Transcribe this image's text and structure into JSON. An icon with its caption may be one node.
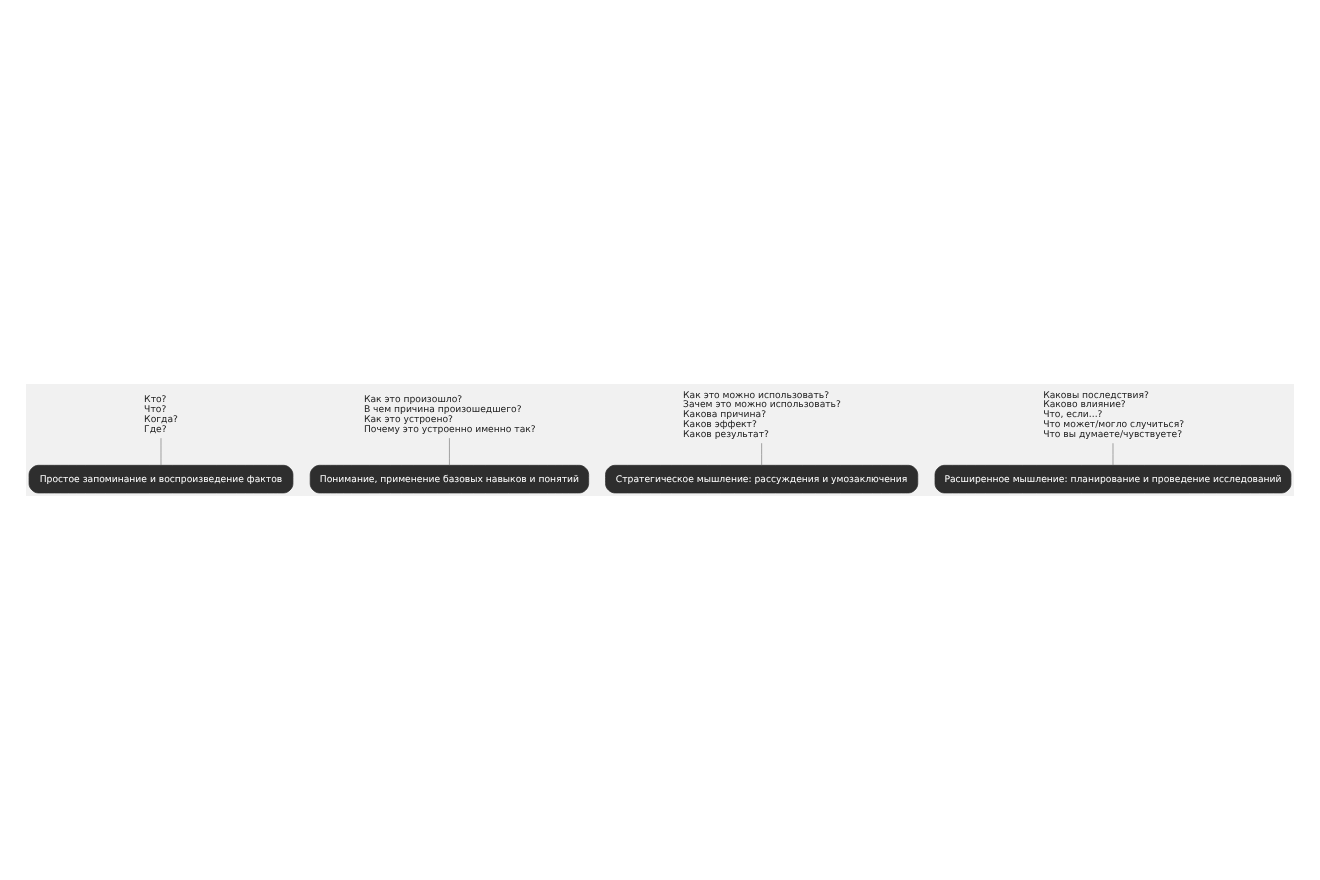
{
  "diagram": {
    "nodes": [
      {
        "text": [
          "Кто?",
          "Что?",
          "Когда?",
          "Где?"
        ]
      },
      {
        "text": [
          "Простое запоминание и воспроизведение фактов"
        ]
      },
      {
        "text": [
          "Как это произошло?",
          "В чем причина произошедшего?",
          "Как это устроено?",
          "Почему это устроенно именно так?"
        ]
      },
      {
        "text": [
          "Понимание, применение базовых навыков и понятий"
        ]
      },
      {
        "text": [
          "Как это можно использовать?",
          "Зачем это можно использовать?",
          "Какова причина?",
          "Каков эффект?",
          "Каков результат?"
        ]
      },
      {
        "text": [
          "Стратегическое мышление: рассуждения и умозаключения"
        ]
      },
      {
        "text": [
          "Каковы последствия?",
          "Каково влияние?",
          "Что, если...?",
          "Что может/могло случиться?",
          "Что вы думаете/чувствуете?"
        ]
      },
      {
        "text": [
          "Расширенное мышление: планирование и проведение исследований"
        ]
      }
    ],
    "edges": [
      {
        "from": 1,
        "to": 0,
        "arrow": "none"
      },
      {
        "from": 3,
        "to": 2,
        "arrow": "none"
      },
      {
        "from": 5,
        "to": 4,
        "arrow": "none"
      },
      {
        "from": 7,
        "to": 6,
        "arrow": "none"
      }
    ]
  }
}
